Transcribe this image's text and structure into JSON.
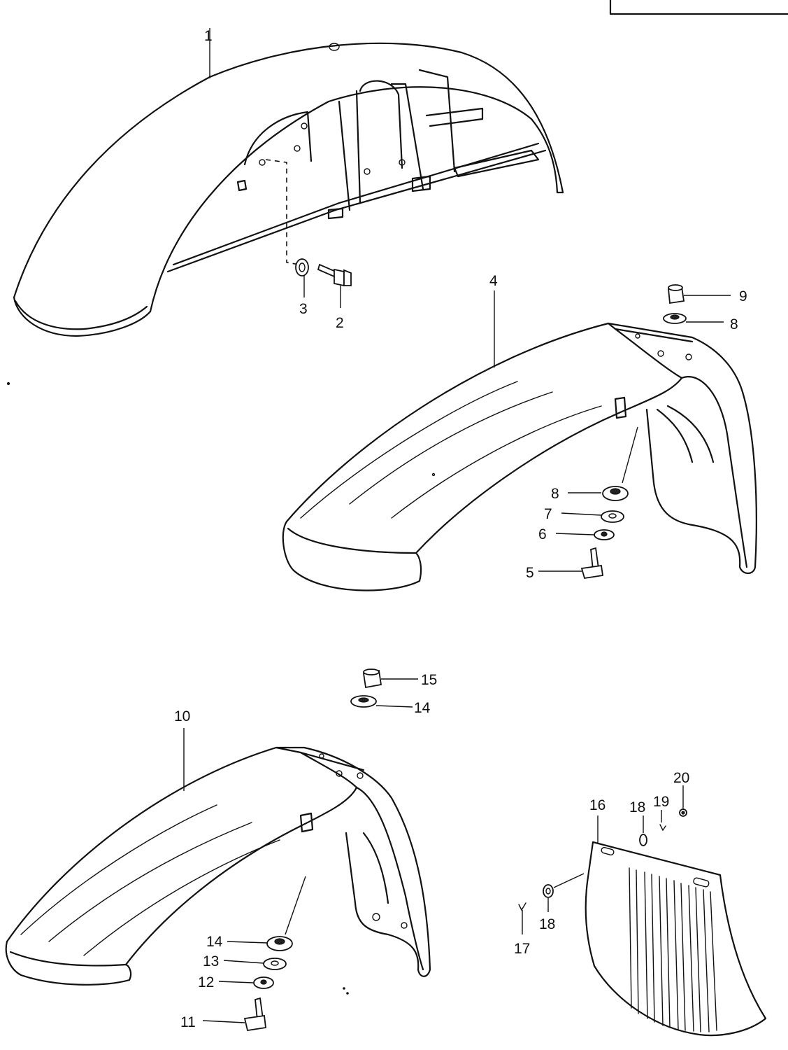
{
  "callouts": {
    "c1": "1",
    "c2": "2",
    "c3": "3",
    "c4": "4",
    "c5": "5",
    "c6": "6",
    "c7": "7",
    "c8a": "8",
    "c8b": "8",
    "c9": "9",
    "c10": "10",
    "c11": "11",
    "c12": "12",
    "c13": "13",
    "c14a": "14",
    "c14b": "14",
    "c15": "15",
    "c16": "16",
    "c17": "17",
    "c18a": "18",
    "c18b": "18",
    "c19": "19",
    "c20": "20"
  },
  "colors": {
    "ink": "#111111",
    "paper": "#ffffff"
  }
}
